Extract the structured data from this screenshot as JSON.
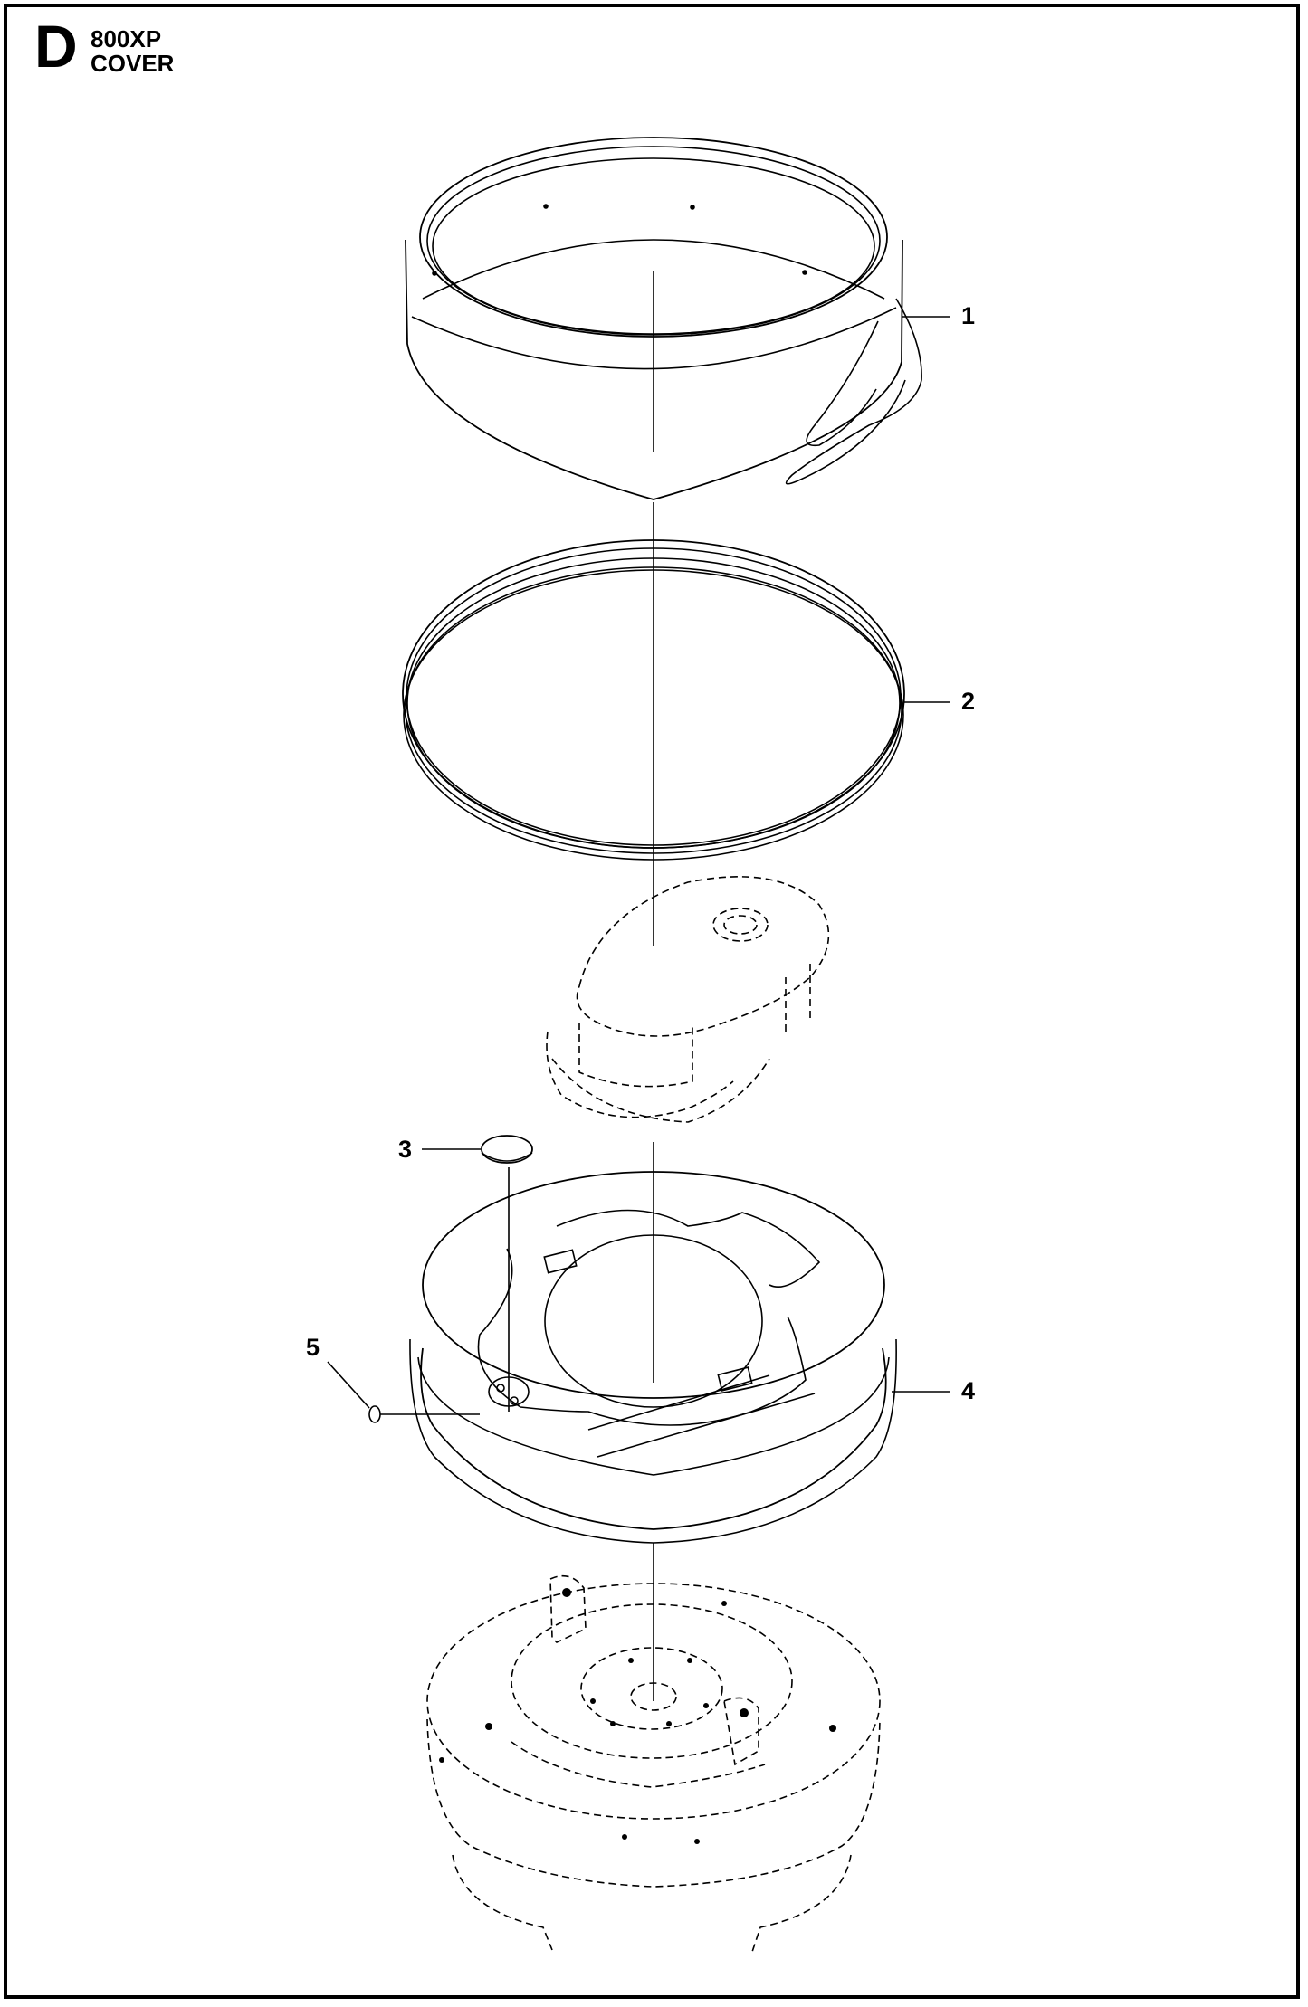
{
  "header": {
    "section_letter": "D",
    "model": "800XP",
    "title": "COVER"
  },
  "callouts": [
    {
      "number": "1",
      "part": "top-cover-shell"
    },
    {
      "number": "2",
      "part": "seal-ring"
    },
    {
      "number": "3",
      "part": "cap-plug"
    },
    {
      "number": "4",
      "part": "deck-cover"
    },
    {
      "number": "5",
      "part": "small-plug"
    }
  ],
  "colors": {
    "line": "#000000",
    "background": "#ffffff"
  }
}
